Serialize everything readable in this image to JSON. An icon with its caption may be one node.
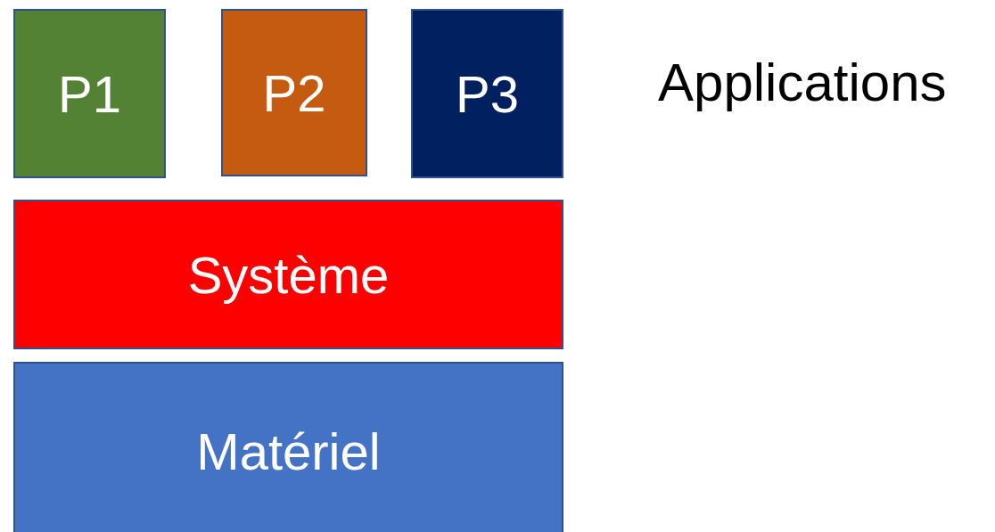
{
  "diagram": {
    "nodes": [
      {
        "text": [
          "P1"
        ]
      },
      {
        "text": [
          "P2"
        ]
      },
      {
        "text": [
          "P3"
        ]
      },
      {
        "text": [
          "Système"
        ]
      },
      {
        "text": [
          "Matériel"
        ]
      }
    ],
    "labels": [
      "Applications"
    ]
  }
}
